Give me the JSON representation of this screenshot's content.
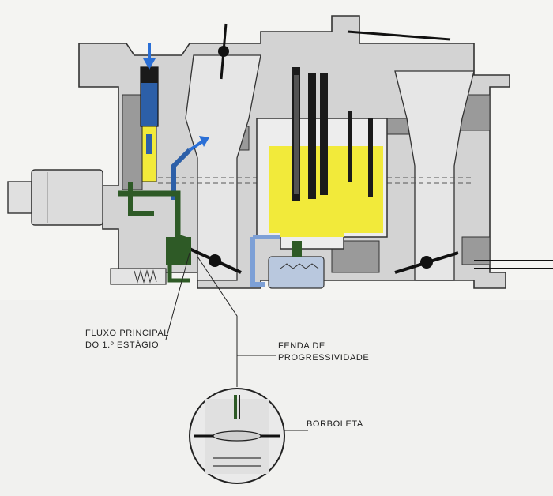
{
  "labels": {
    "main_flow_line1": "FLUXO PRINCIPAL",
    "main_flow_line2": "DO 1.º ESTÁGIO",
    "slot_line1": "FENDA DE",
    "slot_line2": "PROGRESSIVIDADE",
    "butterfly": "BORBOLETA"
  },
  "colors": {
    "fuel_yellow": "#f2ea3a",
    "main_circuit_green": "#2e5a26",
    "idle_circuit_blue": "#2c5fa8",
    "air_arrow_blue": "#2a6fd6",
    "body_gray": "#cfcfcf",
    "cross_section_gray": "#9a9a9a",
    "outline": "#333333",
    "background": "#f4f4f2"
  },
  "icons": [
    "fuel-inlet-arrow-icon",
    "air-inlet-arrow-icon",
    "needle-valve-icon",
    "float-icon"
  ]
}
